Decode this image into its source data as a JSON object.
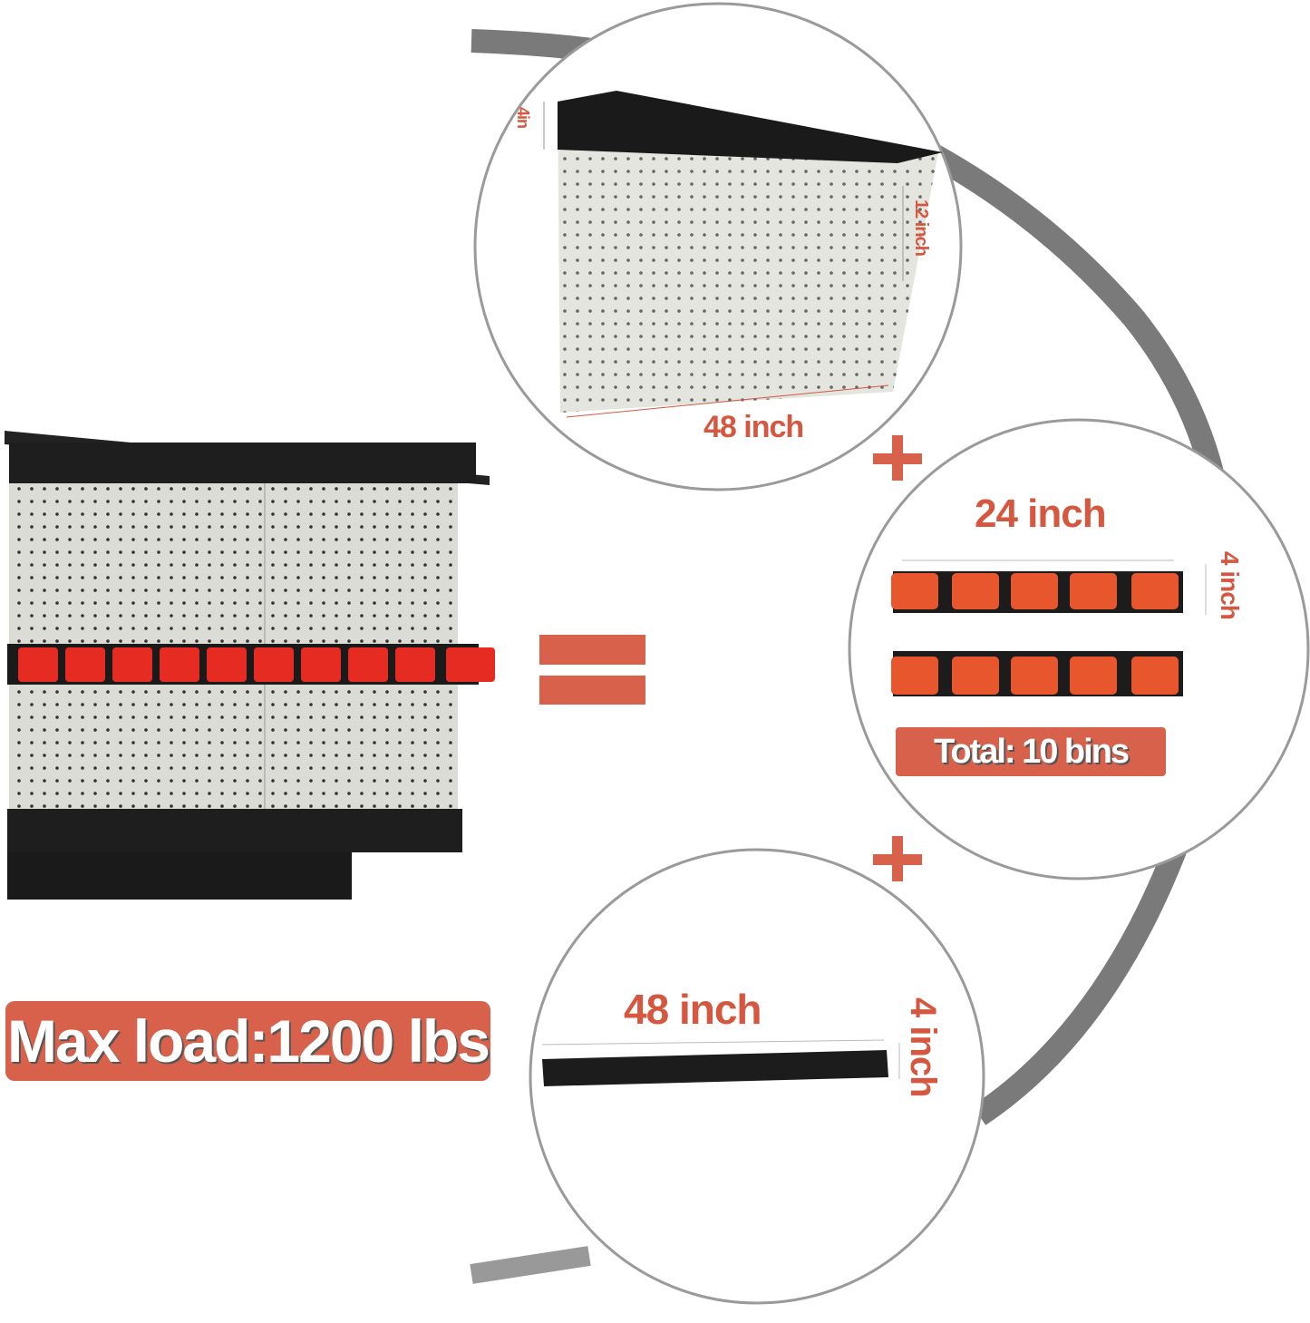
{
  "product_combo": {
    "equals_symbol": "=",
    "plus_symbol": "+",
    "pegboard": {
      "height_label": "4in",
      "side_label": "12 inch",
      "width_label": "48 inch"
    },
    "bins": {
      "width_label": "24 inch",
      "height_label": "4 inch",
      "total_label": "Total: 10 bins",
      "bin_count": 10
    },
    "rail": {
      "width_label": "48 inch",
      "height_label": "4 inch"
    },
    "max_load_label": "Max load:1200 lbs"
  },
  "colors": {
    "accent": "#d8614b",
    "label_text": "#d5573f",
    "arc": "#7a7a7a",
    "bin": "#e8452a",
    "rail": "#1c1c1c",
    "board": "#dcdcd6"
  }
}
